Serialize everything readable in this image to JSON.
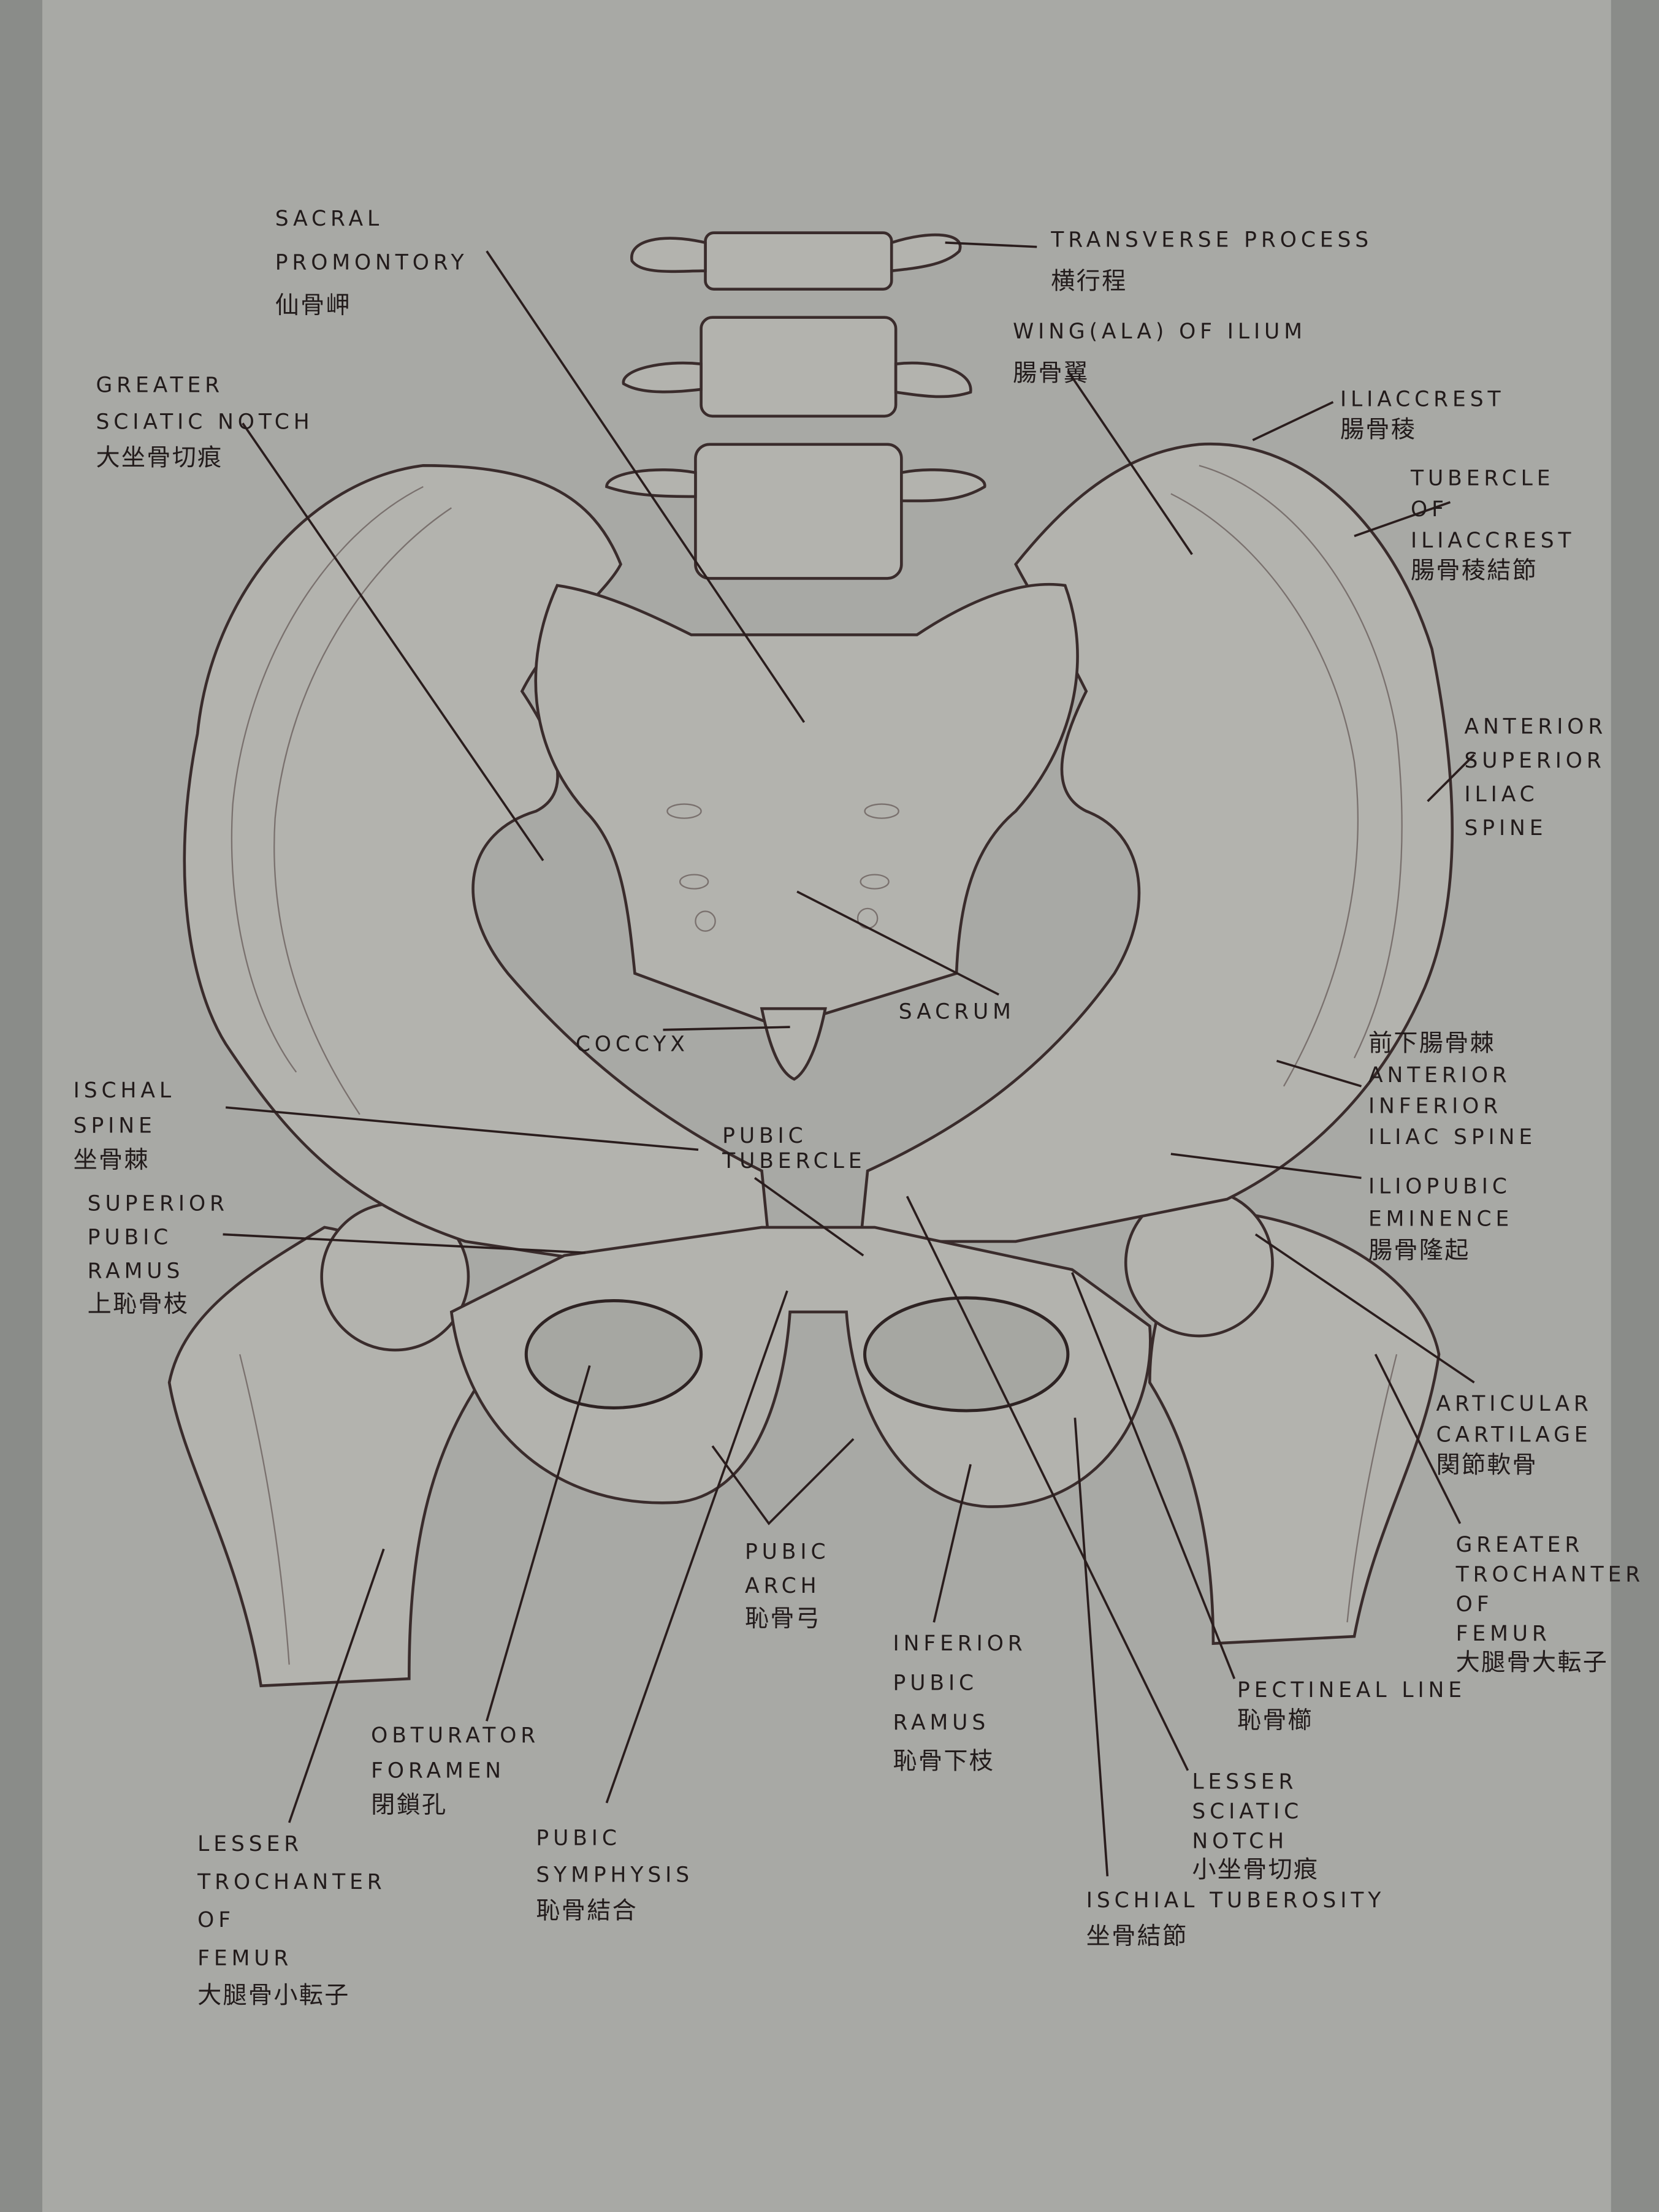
{
  "colors": {
    "paper": "#a8a9a5",
    "background": "#8a8c89",
    "ink": "#221b1b"
  },
  "labels": [
    {
      "id": "sacral-promontory",
      "lines": [
        "SACRAL",
        "PROMONTORY",
        "仙骨岬"
      ]
    },
    {
      "id": "greater-sciatic-notch",
      "lines": [
        "GREATER",
        "SCIATIC NOTCH",
        "大坐骨切痕"
      ]
    },
    {
      "id": "transverse-process",
      "lines": [
        "TRANSVERSE PROCESS",
        "横行程"
      ]
    },
    {
      "id": "wing-of-ilium",
      "lines": [
        "WING(ALA) OF ILIUM",
        "腸骨翼"
      ]
    },
    {
      "id": "iliac-crest",
      "lines": [
        "ILIACCREST",
        "腸骨稜"
      ]
    },
    {
      "id": "tubercle-of-iliac-crest",
      "lines": [
        "TUBERCLE",
        "OF",
        "ILIACCREST",
        "腸骨稜結節"
      ]
    },
    {
      "id": "anterior-superior-iliac-spine",
      "lines": [
        "ANTERIOR",
        "SUPERIOR",
        "ILIAC",
        "SPINE"
      ]
    },
    {
      "id": "sacrum",
      "lines": [
        "SACRUM"
      ]
    },
    {
      "id": "coccyx",
      "lines": [
        "COCCYX"
      ]
    },
    {
      "id": "anterior-inferior-iliac-spine",
      "lines": [
        "前下腸骨棘",
        "ANTERIOR",
        "INFERIOR",
        "ILIAC SPINE"
      ]
    },
    {
      "id": "iliopubic-eminence",
      "lines": [
        "ILIOPUBIC",
        "EMINENCE",
        "腸骨隆起"
      ]
    },
    {
      "id": "ischial-spine",
      "lines": [
        "ISCHAL",
        "SPINE",
        "坐骨棘"
      ]
    },
    {
      "id": "pubic-tubercle",
      "lines": [
        "PUBIC",
        "TUBERCLE"
      ]
    },
    {
      "id": "superior-pubic-ramus",
      "lines": [
        "SUPERIOR",
        "PUBIC",
        "RAMUS",
        "上恥骨枝"
      ]
    },
    {
      "id": "articular-cartilage",
      "lines": [
        "ARTICULAR",
        "CARTILAGE",
        "関節軟骨"
      ]
    },
    {
      "id": "greater-trochanter",
      "lines": [
        "GREATER",
        "TROCHANTER",
        "OF",
        "FEMUR",
        "大腿骨大転子"
      ]
    },
    {
      "id": "pubic-arch",
      "lines": [
        "PUBIC",
        "ARCH",
        "恥骨弓"
      ]
    },
    {
      "id": "inferior-pubic-ramus",
      "lines": [
        "INFERIOR",
        "PUBIC",
        "RAMUS",
        "恥骨下枝"
      ]
    },
    {
      "id": "pectineal-line",
      "lines": [
        "PECTINEAL LINE",
        "恥骨櫛"
      ]
    },
    {
      "id": "lesser-sciatic-notch",
      "lines": [
        "LESSER",
        "SCIATIC",
        "NOTCH",
        "小坐骨切痕"
      ]
    },
    {
      "id": "ischial-tuberosity",
      "lines": [
        "ISCHIAL TUBEROSITY",
        "坐骨結節"
      ]
    },
    {
      "id": "obturator-foramen",
      "lines": [
        "OBTURATOR",
        "FORAMEN",
        "閉鎖孔"
      ]
    },
    {
      "id": "pubic-symphysis",
      "lines": [
        "PUBIC",
        "SYMPHYSIS",
        "恥骨結合"
      ]
    },
    {
      "id": "lesser-trochanter",
      "lines": [
        "LESSER",
        "TROCHANTER",
        "OF",
        "FEMUR",
        "大腿骨小転子"
      ]
    }
  ]
}
